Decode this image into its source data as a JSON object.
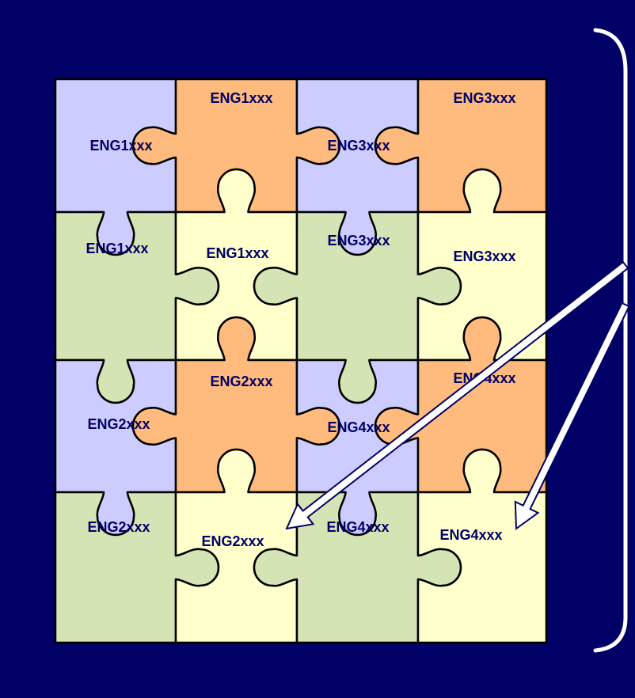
{
  "colors": {
    "background": "#000066",
    "lavender": "#CCCCFF",
    "peach": "#FFBB7D",
    "green": "#D5E4B5",
    "cream": "#FFFFCC",
    "outline": "#000000",
    "label_text": "#000066",
    "arrow_fill": "#FFFFFF",
    "arrow_outline": "#000066",
    "bracket": "#FFFFFF"
  },
  "pieces": [
    {
      "label": "ENG1xxx",
      "color": "lavender"
    },
    {
      "label": "ENG1xxx",
      "color": "peach"
    },
    {
      "label": "ENG3xxx",
      "color": "lavender"
    },
    {
      "label": "ENG3xxx",
      "color": "peach"
    },
    {
      "label": "ENG1xxx",
      "color": "green"
    },
    {
      "label": "ENG1xxx",
      "color": "cream"
    },
    {
      "label": "ENG3xxx",
      "color": "green"
    },
    {
      "label": "ENG3xxx",
      "color": "cream"
    },
    {
      "label": "ENG2xxx",
      "color": "lavender"
    },
    {
      "label": "ENG2xxx",
      "color": "peach"
    },
    {
      "label": "ENG4xxx",
      "color": "lavender"
    },
    {
      "label": "ENG4xxx",
      "color": "peach"
    },
    {
      "label": "ENG2xxx",
      "color": "green"
    },
    {
      "label": "ENG2xxx",
      "color": "cream"
    },
    {
      "label": "ENG4xxx",
      "color": "green"
    },
    {
      "label": "ENG4xxx",
      "color": "cream"
    }
  ]
}
